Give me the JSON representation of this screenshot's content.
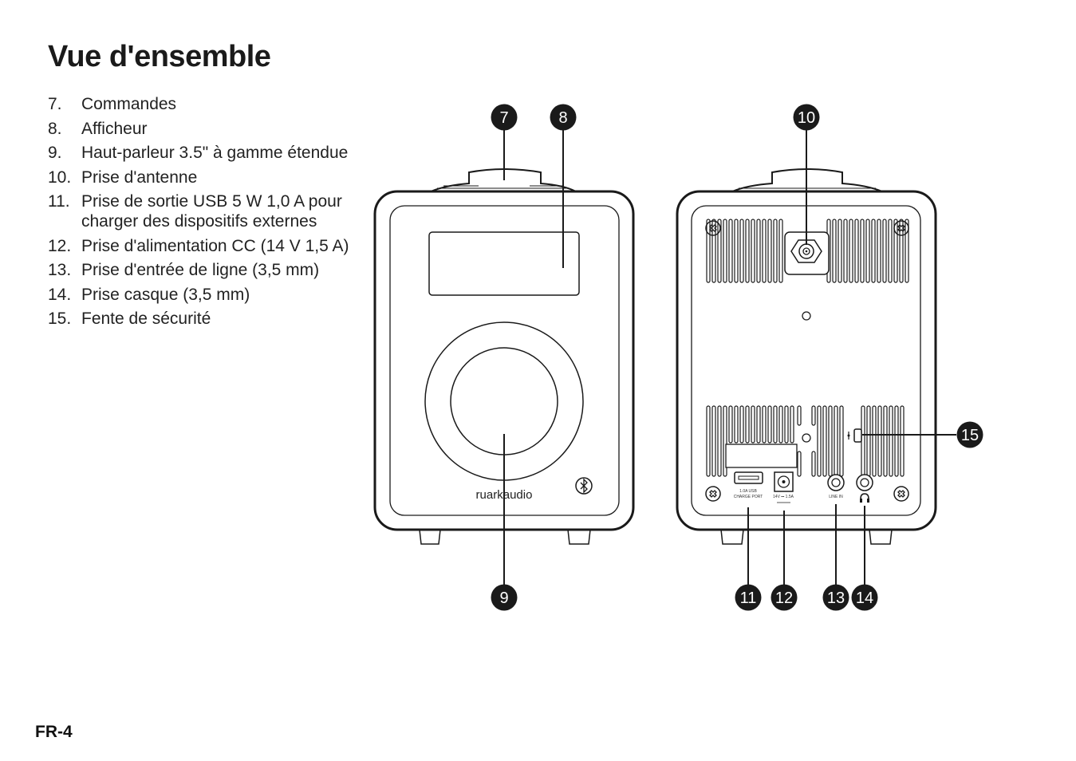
{
  "page": {
    "title": "Vue d'ensemble",
    "footer": "FR-4"
  },
  "legend": [
    {
      "num": "7.",
      "text": "Commandes"
    },
    {
      "num": "8.",
      "text": "Afficheur"
    },
    {
      "num": "9.",
      "text": "Haut-parleur 3.5\" à gamme étendue"
    },
    {
      "num": "10.",
      "text": "Prise d'antenne"
    },
    {
      "num": "11.",
      "text": "Prise de sortie USB 5 W 1,0 A pour charger des dispositifs externes"
    },
    {
      "num": "12.",
      "text": "Prise d'alimentation CC (14 V 1,5 A)"
    },
    {
      "num": "13.",
      "text": "Prise d'entrée de ligne (3,5 mm)"
    },
    {
      "num": "14.",
      "text": "Prise casque (3,5 mm)"
    },
    {
      "num": "15.",
      "text": "Fente de sécurité"
    }
  ],
  "callouts": {
    "c7": "7",
    "c8": "8",
    "c9": "9",
    "c10": "10",
    "c11": "11",
    "c12": "12",
    "c13": "13",
    "c14": "14",
    "c15": "15"
  },
  "device_labels": {
    "brand": "ruarkaudio",
    "usb_line1": "1.0A USB",
    "usb_line2": "CHARGE PORT",
    "dc_label": "14V ⎓ 1.5A",
    "line_in": "LINE IN"
  },
  "icons": {
    "bluetooth": "bluetooth-icon",
    "headphones": "headphones-icon",
    "lock": "lock-icon",
    "screw": "screw-icon"
  },
  "colors": {
    "ink": "#1a1a1a",
    "callout_fill": "#1a1a1a",
    "callout_text": "#ffffff"
  }
}
